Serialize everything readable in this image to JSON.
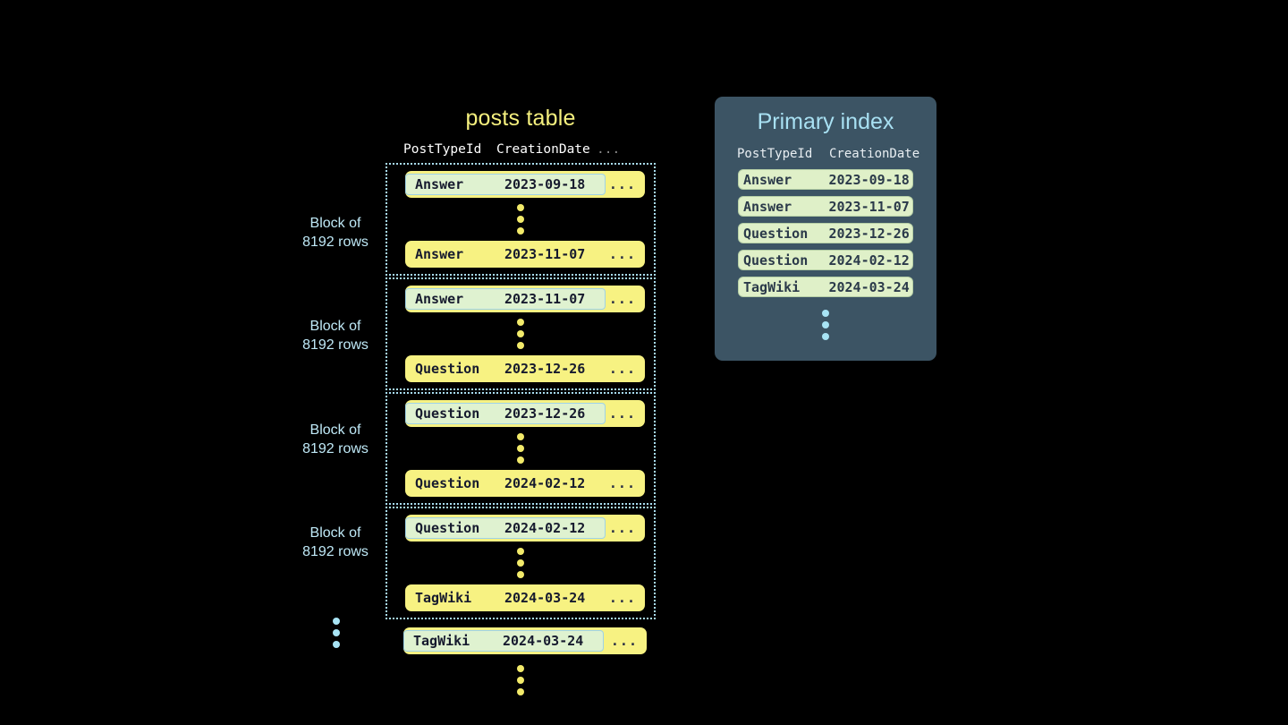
{
  "posts_table": {
    "title": "posts table",
    "columns": [
      "PostTypeId",
      "CreationDate",
      "..."
    ],
    "blocks": [
      {
        "label_line1": "Block of",
        "label_line2": "8192 rows",
        "first_row": {
          "type": "Answer",
          "date": "2023-09-18",
          "ellipsis": "...",
          "highlighted": true
        },
        "last_row": {
          "type": "Answer",
          "date": "2023-11-07",
          "ellipsis": "...",
          "highlighted": false
        }
      },
      {
        "label_line1": "Block of",
        "label_line2": "8192 rows",
        "first_row": {
          "type": "Answer",
          "date": "2023-11-07",
          "ellipsis": "...",
          "highlighted": true
        },
        "last_row": {
          "type": "Question",
          "date": "2023-12-26",
          "ellipsis": "...",
          "highlighted": false
        }
      },
      {
        "label_line1": "Block of",
        "label_line2": "8192 rows",
        "first_row": {
          "type": "Question",
          "date": "2023-12-26",
          "ellipsis": "...",
          "highlighted": true
        },
        "last_row": {
          "type": "Question",
          "date": "2024-02-12",
          "ellipsis": "...",
          "highlighted": false
        }
      },
      {
        "label_line1": "Block of",
        "label_line2": "8192 rows",
        "first_row": {
          "type": "Question",
          "date": "2024-02-12",
          "ellipsis": "...",
          "highlighted": true
        },
        "last_row": {
          "type": "TagWiki",
          "date": "2024-03-24",
          "ellipsis": "...",
          "highlighted": false
        }
      }
    ],
    "trailing_row": {
      "type": "TagWiki",
      "date": "2024-03-24",
      "ellipsis": "...",
      "highlighted": true
    }
  },
  "primary_index": {
    "title": "Primary index",
    "columns": [
      "PostTypeId",
      "CreationDate"
    ],
    "entries": [
      {
        "type": "Answer",
        "date": "2023-09-18"
      },
      {
        "type": "Answer",
        "date": "2023-11-07"
      },
      {
        "type": "Question",
        "date": "2023-12-26"
      },
      {
        "type": "Question",
        "date": "2024-02-12"
      },
      {
        "type": "TagWiki",
        "date": "2024-03-24"
      }
    ]
  },
  "colors": {
    "background": "#000000",
    "row_pill": "#f7f282",
    "highlight_fill": "#dff2d0",
    "highlight_border": "#9fd2e6",
    "block_border": "#a8dcf0",
    "table_title": "#f5f07e",
    "index_panel": "#3c5464",
    "index_title": "#a8e0f2",
    "index_pill": "#dff0c8",
    "label_text": "#bfe9f7",
    "dot_yellow": "#f2ea6a",
    "dot_blue": "#a8e4f5"
  }
}
